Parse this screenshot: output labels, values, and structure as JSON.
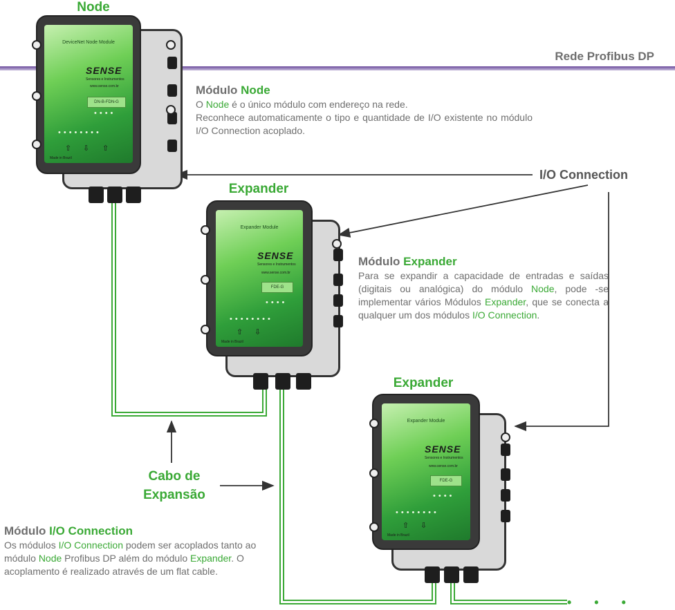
{
  "header": {
    "title": "Rede Profibus DP"
  },
  "labels": {
    "node": "Node",
    "expander1": "Expander",
    "expander2": "Expander",
    "io_connection": "I/O Connection",
    "cabo_line1": "Cabo de",
    "cabo_line2": "Expansão",
    "ellipsis": "• • •"
  },
  "node_section": {
    "title_a": "Módulo",
    "title_b": "Node",
    "l1_a": "O",
    "l1_b": "Node",
    "l1_c": "é o único módulo com endereço na rede.",
    "l2": "Reconhece automaticamente o tipo e quantidade de I/O existente no módulo I/O Connection acoplado."
  },
  "expander_section": {
    "title_a": "Módulo",
    "title_b": "Expander",
    "t1": "Para se expandir a capacidade de entradas e saídas (digitais ou analógica) do módulo",
    "t2": "Node",
    "t3": ", pode -se implementar vários Módulos",
    "t4": "Expander",
    "t5": ", que se conecta a qualquer um dos módulos",
    "t6": "I/O Connection",
    "t7": "."
  },
  "io_section": {
    "title_a": "Módulo",
    "title_b": "I/O Connection",
    "t1": "Os módulos",
    "t2": "I/O Connection",
    "t3": "podem ser acoplados tanto ao módulo",
    "t4": "Node",
    "t5": "Profibus DP além do módulo",
    "t6": "Expander",
    "t7": ". O acoplamento é realizado através de um flat cable."
  },
  "devices": {
    "node": {
      "module_label": "DeviceNet Node Module",
      "logo": "SENSE",
      "tagline": "Sensores e Instrumentos",
      "site": "www.sense.com.br",
      "id": "DN-B-FDN-G",
      "made": "Made in Brazil"
    },
    "exp1": {
      "module_label": "Expander Module",
      "logo": "SENSE",
      "tagline": "Sensores e Instrumentos",
      "site": "www.sense.com.br",
      "id": "FDE-G",
      "made": "Made in Brazil"
    },
    "exp2": {
      "module_label": "Expander Module",
      "logo": "SENSE",
      "tagline": "Sensores e Instrumentos",
      "site": "www.sense.com.br",
      "id": "FDE-G",
      "made": "Made in Brazil"
    }
  },
  "colors": {
    "green": "#3aa935",
    "gray_text": "#6e6e6e",
    "purple_bar": "#6a4a9c",
    "device_dark": "#3a3a3a"
  }
}
